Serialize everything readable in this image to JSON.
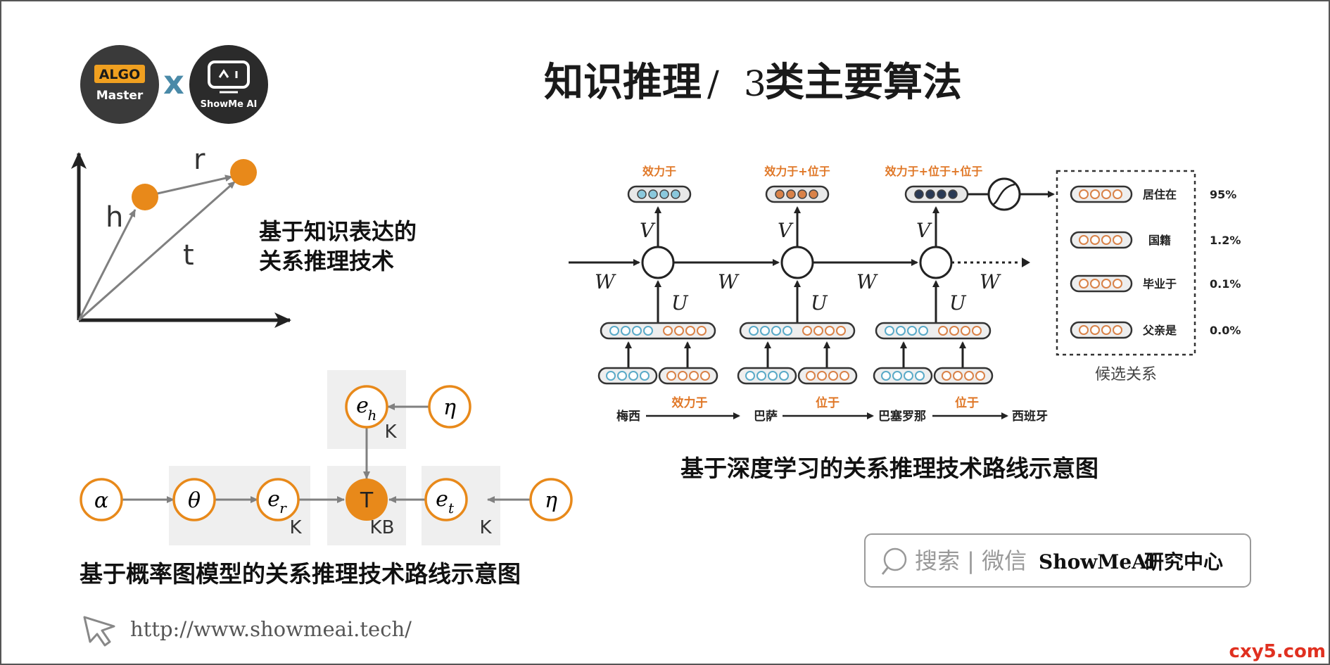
{
  "title": {
    "zh": "知识推理",
    "sep": "/",
    "num": "3",
    "rest": "类主要算法"
  },
  "logos": {
    "algo_top": "ALGO",
    "algo_bottom": "Master",
    "cross": "x",
    "showme_text": "ShowMe AI"
  },
  "vector_diagram": {
    "label_h": "h",
    "label_r": "r",
    "label_t": "t",
    "caption_line1": "基于知识表达的",
    "caption_line2": "关系推理技术"
  },
  "graph_diagram": {
    "nodes": {
      "alpha": "α",
      "theta": "θ",
      "er_base": "e",
      "er_sub": "r",
      "T": "T",
      "et_base": "e",
      "et_sub": "t",
      "eta_right": "η",
      "eh_base": "e",
      "eh_sub": "h",
      "eta_top": "η"
    },
    "plates": {
      "k1": "K",
      "kb": "KB",
      "k2": "K",
      "k3": "K"
    },
    "caption": "基于概率图模型的关系推理技术路线示意图"
  },
  "rnn_diagram": {
    "top_labels": [
      "效力于",
      "效力于+位于",
      "效力于+位于+位于"
    ],
    "v_label": "V",
    "u_label": "U",
    "w_label": "W",
    "bottom_words": [
      "梅西",
      "巴萨",
      "巴塞罗那",
      "西班牙"
    ],
    "bottom_relations": [
      "效力于",
      "位于",
      "位于"
    ],
    "candidates": [
      {
        "name": "居住在",
        "prob": "95%"
      },
      {
        "name": "国籍",
        "prob": "1.2%"
      },
      {
        "name": "毕业于",
        "prob": "0.1%"
      },
      {
        "name": "父亲是",
        "prob": "0.0%"
      }
    ],
    "candidates_caption": "候选关系",
    "caption": "基于深度学习的关系推理技术路线示意图"
  },
  "search_box": {
    "prefix": "搜索 | 微信",
    "brand": "ShowMeAI",
    "suffix": "研究中心"
  },
  "footer": {
    "url": "http://www.showmeai.tech/"
  },
  "watermark": "cxy5.com",
  "colors": {
    "orange": "#E8891A",
    "gray": "#808080",
    "plate": "#EFEFEF",
    "blue_dot": "#8AC8DC",
    "dark": "#333333"
  }
}
